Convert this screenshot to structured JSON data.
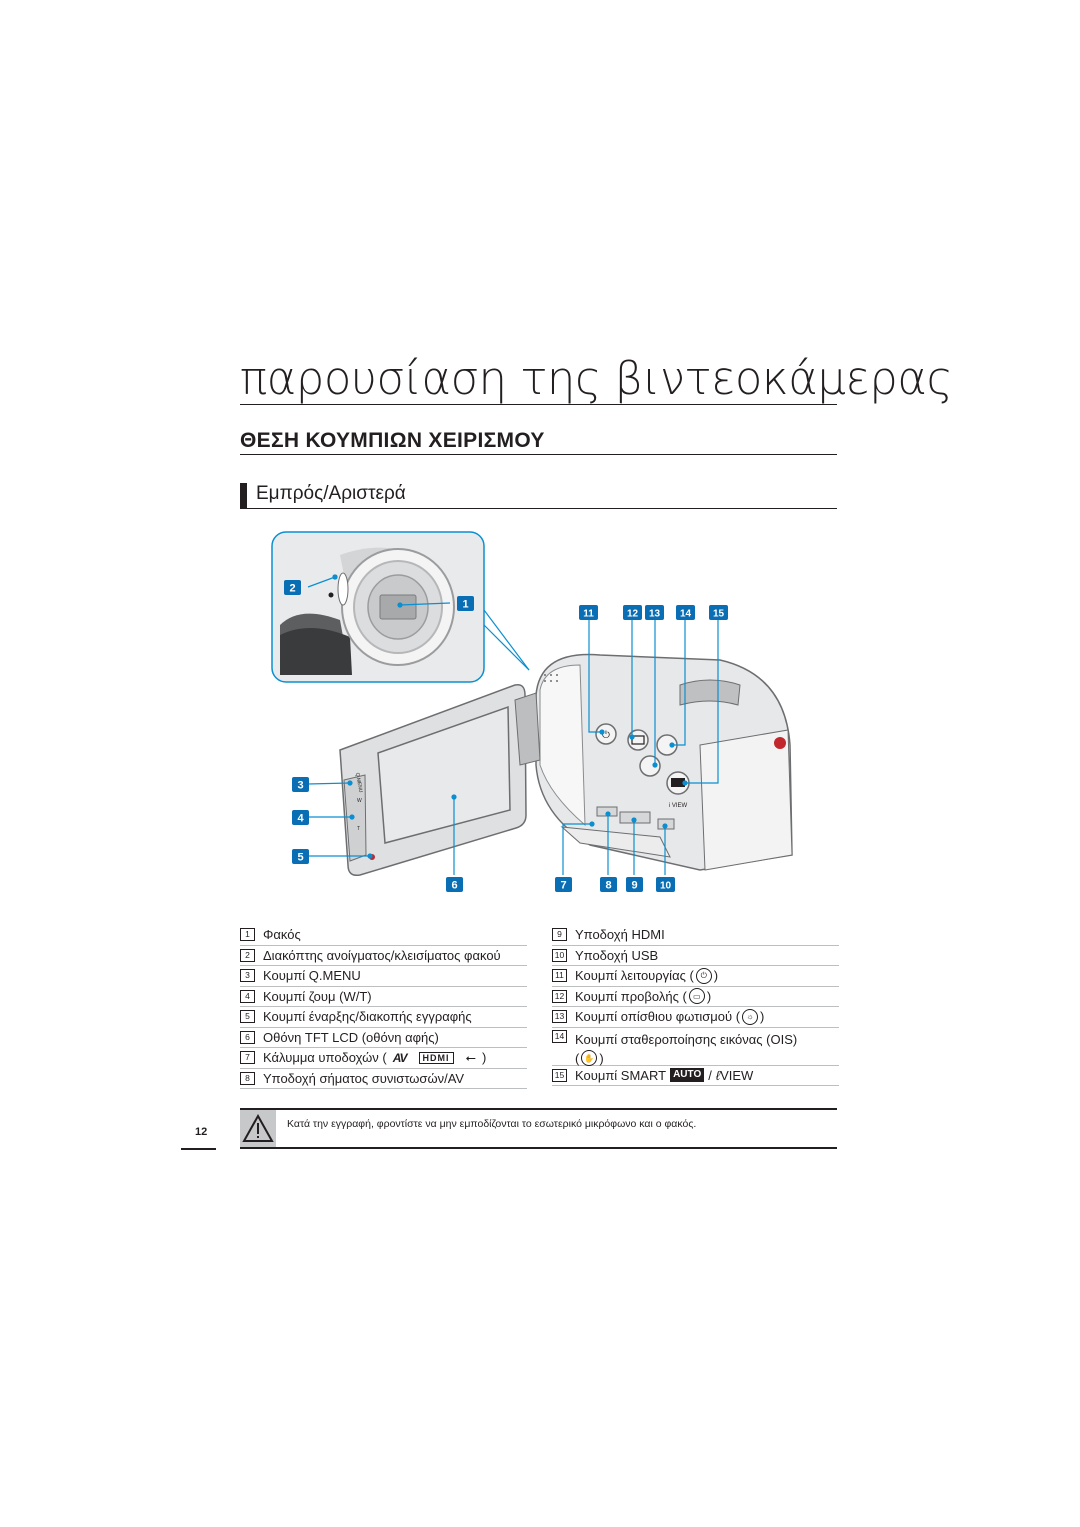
{
  "chapter_title": "παρουσίαση της βιντεοκάμερας",
  "section_heading": "ΘΕΣΗ ΚΟΥΜΠΙΩΝ ΧΕΙΡΙΣΜΟΥ",
  "sub_heading": "Εμπρός/Αριστερά",
  "diagram": {
    "callouts": [
      "1",
      "2",
      "3",
      "4",
      "5",
      "6",
      "7",
      "8",
      "9",
      "10",
      "11",
      "12",
      "13",
      "14",
      "15"
    ],
    "lcd_button_labels": [
      "Q.MENU",
      "W",
      "T"
    ],
    "camera_labels": [
      "i VIEW",
      "SMART AUTO"
    ],
    "accent_color": "#0a8fd1",
    "badge_color": "#0a6eb4"
  },
  "legend_left": [
    {
      "num": "1",
      "text": "Φακός"
    },
    {
      "num": "2",
      "text": "Διακόπτης ανοίγματος/κλεισίματος φακού"
    },
    {
      "num": "3",
      "text": "Κουμπί Q.MENU"
    },
    {
      "num": "4",
      "text": "Κουμπί ζουμ (W/T)"
    },
    {
      "num": "5",
      "text": "Κουμπί έναρξης/διακοπής εγγραφής"
    },
    {
      "num": "6",
      "text": "Οθόνη TFT LCD (οθόνη αφής)"
    },
    {
      "num": "7",
      "text": "Κάλυμμα υποδοχών (",
      "suffix": ")",
      "icons": [
        "AV",
        "HDMI",
        "USB"
      ]
    },
    {
      "num": "8",
      "text": "Υποδοχή σήματος συνιστωσών/AV"
    }
  ],
  "legend_right": [
    {
      "num": "9",
      "text": "Υποδοχή HDMI"
    },
    {
      "num": "10",
      "text": "Υποδοχή USB"
    },
    {
      "num": "11",
      "text": "Κουμπί λειτουργίας (",
      "suffix": ")"
    },
    {
      "num": "12",
      "text": "Κουμπί προβολής (",
      "suffix": ")"
    },
    {
      "num": "13",
      "text": "Κουμπί οπίσθιου φωτισμού (",
      "suffix": ")"
    },
    {
      "num": "14",
      "text": "Κουμπί σταθεροποίησης εικόνας (OIS)",
      "line2_suffix": ")"
    },
    {
      "num": "15",
      "text": "Κουμπί SMART",
      "badge": "AUTO",
      "sep": "/",
      "suffix": "VIEW"
    }
  ],
  "caution": "Κατά την εγγραφή, φροντίστε να μην εμποδίζονται το εσωτερικό μικρόφωνο και ο φακός.",
  "page_number": "12"
}
